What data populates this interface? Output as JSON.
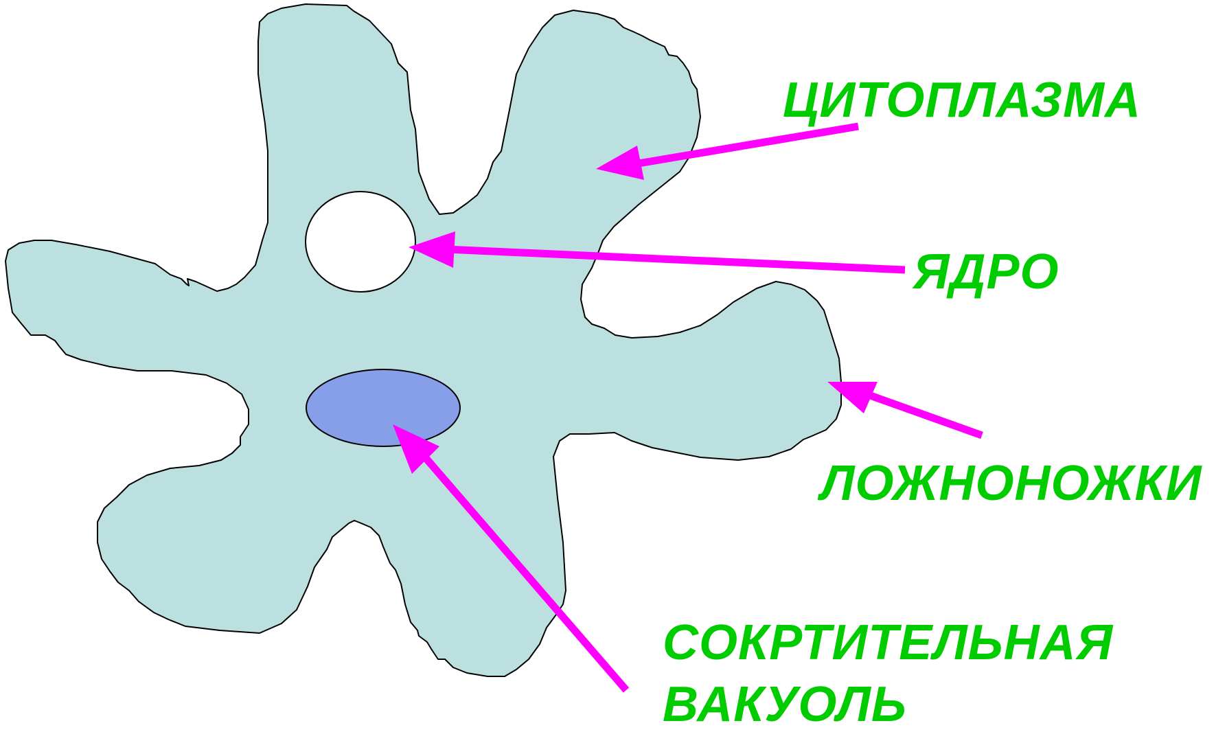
{
  "diagram": {
    "labels": {
      "cytoplasm": "ЦИТОПЛАЗМА",
      "nucleus": "ЯДРО",
      "pseudopods": "ЛОЖНОНОЖКИ",
      "vacuole_line1": "СОКРТИТЕЛЬНАЯ",
      "vacuole_line2": "ВАКУОЛЬ"
    },
    "colors": {
      "cell_fill": "#bce0e0",
      "outline": "#000000",
      "nucleus_fill": "#ffffff",
      "vacuole_fill": "#879fe8",
      "arrow": "#ff00ff",
      "label_text": "#00cc00"
    }
  }
}
